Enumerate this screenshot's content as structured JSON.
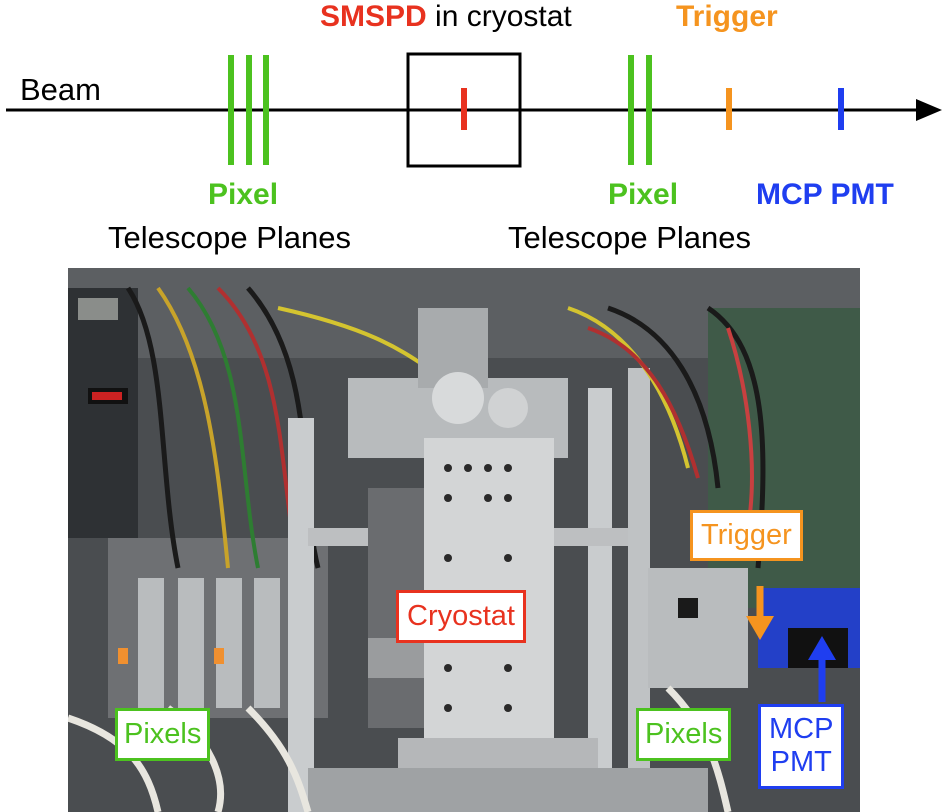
{
  "schematic": {
    "beam_label": "Beam",
    "smspd_label": "SMSPD",
    "cryostat_suffix": " in cryostat",
    "trigger_label": "Trigger",
    "pixel_left": "Pixel",
    "telescope_left": "Telescope Planes",
    "pixel_right": "Pixel",
    "telescope_right": "Telescope Planes",
    "mcp_label": "MCP PMT"
  },
  "photo_labels": {
    "trigger": "Trigger",
    "cryostat": "Cryostat",
    "pixels_left": "Pixels",
    "pixels_right": "Pixels",
    "mcp_line1": "MCP",
    "mcp_line2": "PMT"
  },
  "colors": {
    "pixel": "#4cc21f",
    "smspd": "#e8321f",
    "trigger": "#f5941f",
    "mcp": "#1f3ef0"
  }
}
